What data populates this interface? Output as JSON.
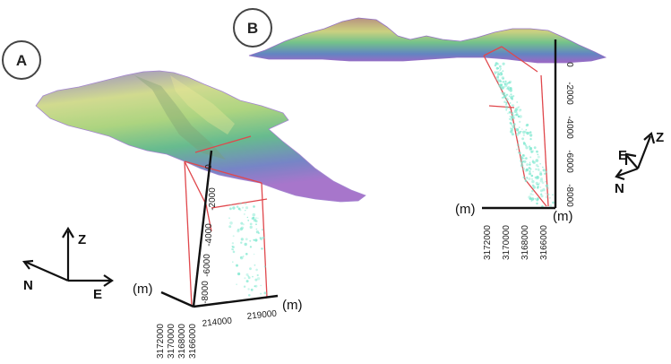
{
  "panel_a": {
    "label": "A",
    "depth_ticks": [
      "0",
      "-2000",
      "-4000",
      "-6000",
      "-8000"
    ],
    "northing_ticks": [
      "3172000",
      "3170000",
      "3168000",
      "3166000"
    ],
    "easting_ticks": [
      "214000",
      "219000"
    ],
    "unit_depth": "(m)",
    "unit_easting": "(m)",
    "compass": {
      "z": "Z",
      "n": "N",
      "e": "E"
    }
  },
  "panel_b": {
    "label": "B",
    "depth_ticks": [
      "0",
      "-2000",
      "-4000",
      "-6000",
      "-8000"
    ],
    "northing_ticks": [
      "3172000",
      "3170000",
      "3168000",
      "3166000"
    ],
    "unit_left": "(m)",
    "unit_right": "(m)",
    "compass": {
      "z": "Z",
      "e": "E",
      "n": "N"
    }
  },
  "colors": {
    "terrain_high": "#e8e27a",
    "terrain_mid": "#6fbf7a",
    "terrain_low": "#8a6fc8",
    "fault_box": "#e0474c",
    "seismicity": "#7fe8d0"
  }
}
